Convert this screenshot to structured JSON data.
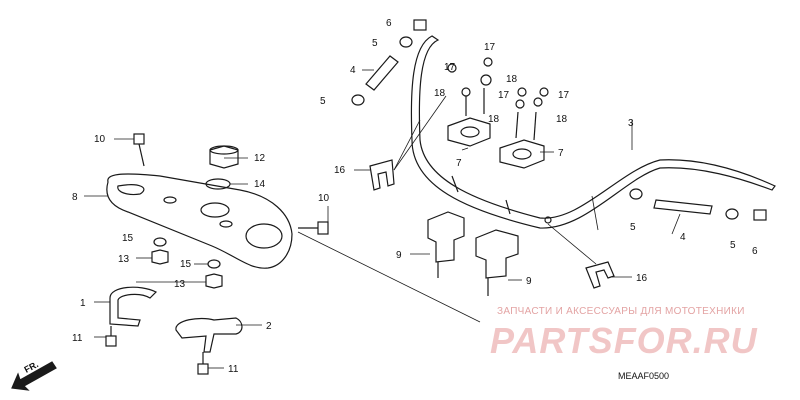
{
  "labels": {
    "c1": "1",
    "c2": "2",
    "c3": "3",
    "c4a": "4",
    "c4b": "4",
    "c5a": "5",
    "c5b": "5",
    "c5c": "5",
    "c5d": "5",
    "c6a": "6",
    "c6b": "6",
    "c7a": "7",
    "c7b": "7",
    "c8": "8",
    "c9a": "9",
    "c9b": "9",
    "c10a": "10",
    "c10b": "10",
    "c11a": "11",
    "c11b": "11",
    "c12": "12",
    "c13a": "13",
    "c13b": "13",
    "c14": "14",
    "c15a": "15",
    "c15b": "15",
    "c16a": "16",
    "c16b": "16",
    "c17a": "17",
    "c17b": "17",
    "c17c": "17",
    "c17d": "17",
    "c18a": "18",
    "c18b": "18",
    "c18c": "18",
    "c18d": "18"
  },
  "direction_marker": "FR.",
  "diagram_code": "MEAAF0500",
  "watermark": {
    "caption": "ЗАПЧАСТИ И АКСЕССУАРЫ ДЛЯ МОТОТЕХНИКИ",
    "logo": "PARTSFOR.RU"
  },
  "colors": {
    "line": "#1a1a1a",
    "watermark": "#e8aaaa"
  }
}
